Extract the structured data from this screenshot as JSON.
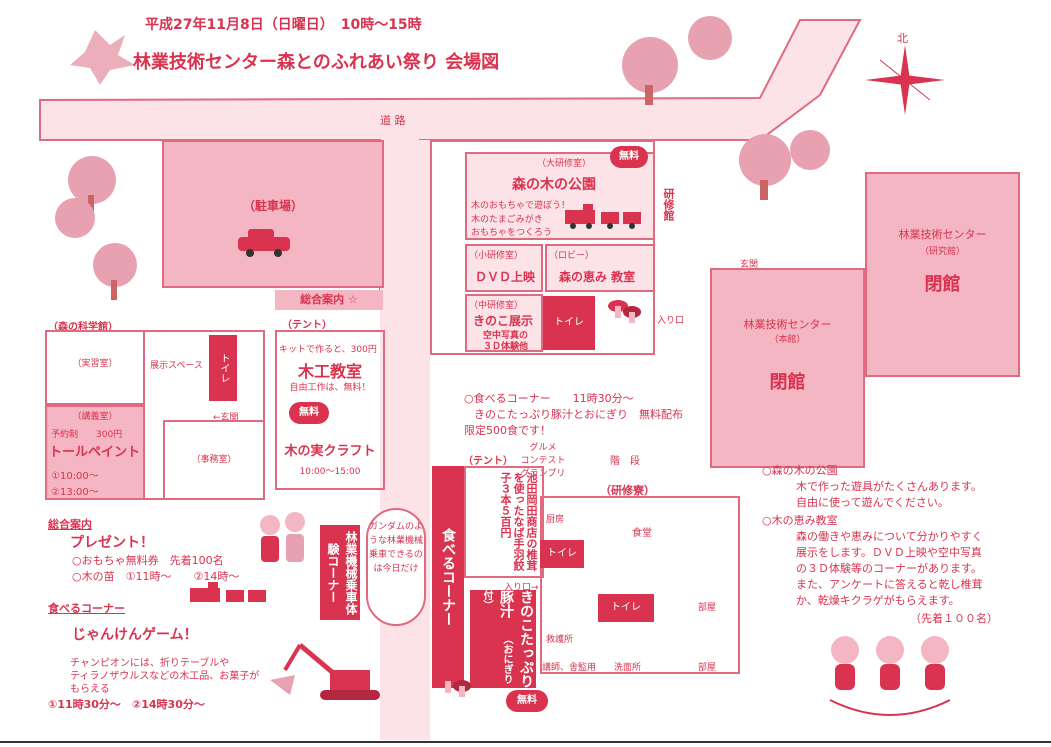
{
  "header": {
    "date_line": "平成27年11月8日（日曜日）　10時～15時",
    "title": "林業技術センター森とのふれあい祭り 会場図"
  },
  "compass": {
    "north": "北"
  },
  "road": {
    "label": "道 路"
  },
  "parking": {
    "label": "（駐車場）"
  },
  "info_desk": {
    "label": "総合案内 ☆"
  },
  "mori_kagakukan": {
    "title": "（森の科学館）",
    "jisshushitsu": "（実習室）",
    "tenji_space": "展示スペース",
    "toilet": "トイレ",
    "genkan": "←玄関",
    "kougishitsu": "（講義室）",
    "reservation": "予約制　　300円",
    "event": "トールペイント",
    "time1": "①10:00～",
    "time2": "②13:00～",
    "jimushitsu": "（事務室）"
  },
  "tent_mokko": {
    "tent": "（テント）",
    "kit": "キットで作ると、300円",
    "title": "木工教室",
    "free_work": "自由工作は、無料！",
    "free_badge": "無料",
    "craft": "木の実クラフト",
    "craft_time": "10:00～15:00"
  },
  "dai_kenshu": {
    "room": "（大研修室）",
    "free_badge": "無料",
    "title": "森の木の公園",
    "line1": "木のおもちゃで遊ぼう！",
    "line2": "木のたまごみがき",
    "line3": "おもちゃをつくろう",
    "kenshukan": "研修館",
    "sho_kenshu": "（小研修室）",
    "dvd": "ＤＶＤ上映",
    "lobby": "（ロビー）",
    "megumi": "森の恵み 教室",
    "chu_kenshu": "（中研修室）",
    "kinoko": "きのこ展示",
    "aerial": "空中写真の",
    "threed": "３Ｄ体験他",
    "toilet": "トイレ",
    "entrance": "入り口"
  },
  "center_main": {
    "genkan": "玄関",
    "name": "林業技術センター",
    "sub": "（本館）",
    "closed": "閉館"
  },
  "center_lab": {
    "name": "林業技術センター",
    "sub": "（研究館）",
    "closed": "閉館"
  },
  "food_info": {
    "line1": "○食べるコーナー　　11時30分～",
    "line2": "きのこたっぷり豚汁とおにぎり　無料配布",
    "line3": "限定500食です！"
  },
  "gourmet": {
    "line1": "グルメ",
    "line2": "コンテスト",
    "line3": "グランプリ"
  },
  "stairs": {
    "label": "階　段"
  },
  "tent2": {
    "label": "（テント）"
  },
  "taberu_corner": {
    "label": "食べるコーナー"
  },
  "okada": {
    "label": "池田岡田商店の椎茸を使ったなば手羽餃子３本５百円"
  },
  "kenshuryo": {
    "title": "（研修寮）",
    "chubo": "厨房",
    "shokudo": "食堂",
    "toilet1": "トイレ",
    "toilet2": "トイレ",
    "heya1": "部屋",
    "heya2": "部屋",
    "kyugo": "救護所",
    "koshi": "講師、舎監用",
    "senmen": "洗面所",
    "entrance": "入り口→"
  },
  "tonjiru": {
    "main": "きのこたっぷり豚汁",
    "sub": "（おにぎり付）",
    "free_badge": "無料"
  },
  "gundam": {
    "text": "ガンダムのような林業機械乗車できるのは今日だけ"
  },
  "kikai": {
    "label": "林業機械乗車体験コーナー"
  },
  "left_info": {
    "sogo": "総合案内",
    "present": "プレゼント！",
    "toy": "○おもちゃ無料券　先着100名",
    "nae": "○木の苗　①11時～　　②14時～",
    "taberu": "食べるコーナー",
    "janken": "じゃんけんゲーム！",
    "champ1": "チャンピオンには、折りテーブルや",
    "champ2": "ティラノザウルスなどの木工品、お菓子が",
    "champ3": "もらえる",
    "times": "①11時30分～　②14時30分～"
  },
  "right_info": {
    "k1": "○森の木の公園",
    "k2": "木で作った遊具がたくさんあります。",
    "k3": "自由に使って遊んでください。",
    "m1": "○木の恵み教室",
    "m2": "森の働きや恵みについて分かりやすく",
    "m3": "展示をします。ＤＶＤ上映や空中写真",
    "m4": "の３Ｄ体験等のコーナーがあります。",
    "m5": "また、アンケートに答えると乾し椎茸",
    "m6": "か、乾燥キクラゲがもらえます。",
    "m7": "（先着１００名）"
  }
}
